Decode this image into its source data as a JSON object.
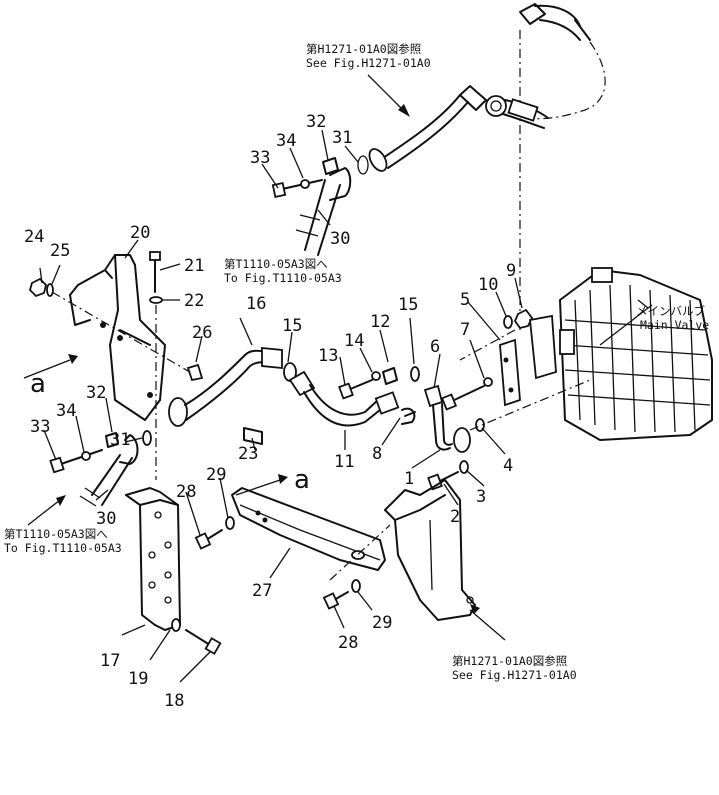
{
  "refs": {
    "h1271_top_jp": "第H1271-01A0図参照",
    "h1271_top_en": "See Fig.H1271-01A0",
    "t1110_mid_jp": "第T1110-05A3図へ",
    "t1110_mid_en": "To Fig.T1110-05A3",
    "t1110_left_jp": "第T1110-05A3図へ",
    "t1110_left_en": "To Fig.T1110-05A3",
    "h1271_bottom_jp": "第H1271-01A0図参照",
    "h1271_bottom_en": "See Fig.H1271-01A0",
    "main_valve_jp": "メインバルブ",
    "main_valve_en": "Main Valve"
  },
  "view_marks": {
    "left": "a",
    "center": "a"
  },
  "parts": [
    {
      "id": "p1",
      "label": "1"
    },
    {
      "id": "p2",
      "label": "2"
    },
    {
      "id": "p3",
      "label": "3"
    },
    {
      "id": "p4",
      "label": "4"
    },
    {
      "id": "p5",
      "label": "5"
    },
    {
      "id": "p6",
      "label": "6"
    },
    {
      "id": "p7",
      "label": "7"
    },
    {
      "id": "p8",
      "label": "8"
    },
    {
      "id": "p9",
      "label": "9"
    },
    {
      "id": "p10",
      "label": "10"
    },
    {
      "id": "p11",
      "label": "11"
    },
    {
      "id": "p12",
      "label": "12"
    },
    {
      "id": "p13",
      "label": "13"
    },
    {
      "id": "p14",
      "label": "14"
    },
    {
      "id": "p15a",
      "label": "15"
    },
    {
      "id": "p15b",
      "label": "15"
    },
    {
      "id": "p16",
      "label": "16"
    },
    {
      "id": "p17",
      "label": "17"
    },
    {
      "id": "p18",
      "label": "18"
    },
    {
      "id": "p19",
      "label": "19"
    },
    {
      "id": "p20",
      "label": "20"
    },
    {
      "id": "p21",
      "label": "21"
    },
    {
      "id": "p22",
      "label": "22"
    },
    {
      "id": "p23",
      "label": "23"
    },
    {
      "id": "p24",
      "label": "24"
    },
    {
      "id": "p25",
      "label": "25"
    },
    {
      "id": "p26",
      "label": "26"
    },
    {
      "id": "p27",
      "label": "27"
    },
    {
      "id": "p28a",
      "label": "28"
    },
    {
      "id": "p28b",
      "label": "28"
    },
    {
      "id": "p29a",
      "label": "29"
    },
    {
      "id": "p29b",
      "label": "29"
    },
    {
      "id": "p30a",
      "label": "30"
    },
    {
      "id": "p30b",
      "label": "30"
    },
    {
      "id": "p31a",
      "label": "31"
    },
    {
      "id": "p31b",
      "label": "31"
    },
    {
      "id": "p32a",
      "label": "32"
    },
    {
      "id": "p32b",
      "label": "32"
    },
    {
      "id": "p33a",
      "label": "33"
    },
    {
      "id": "p33b",
      "label": "33"
    },
    {
      "id": "p34a",
      "label": "34"
    },
    {
      "id": "p34b",
      "label": "34"
    }
  ]
}
